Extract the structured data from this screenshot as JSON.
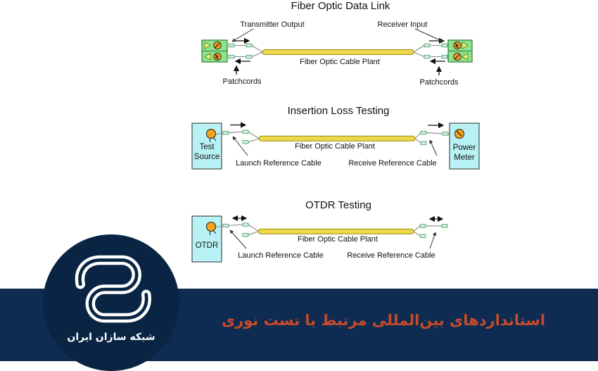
{
  "diagrams": {
    "data_link": {
      "title": "Fiber Optic Data Link",
      "transmitter_output": "Transmitter Output",
      "receiver_input": "Receiver Input",
      "patchcords_left": "Patchcords",
      "patchcords_right": "Patchcords",
      "cable_plant": "Fiber Optic Cable Plant"
    },
    "insertion_loss": {
      "title": "Insertion Loss Testing",
      "test_source_1": "Test",
      "test_source_2": "Source",
      "power_meter_1": "Power",
      "power_meter_2": "Meter",
      "launch_reference": "Launch Reference Cable",
      "receive_reference": "Receive Reference Cable",
      "cable_plant": "Fiber Optic Cable Plant"
    },
    "otdr": {
      "title": "OTDR Testing",
      "otdr_label": "OTDR",
      "launch_reference": "Launch Reference Cable",
      "receive_reference": "Receive Reference Cable",
      "cable_plant": "Fiber Optic Cable Plant"
    }
  },
  "footer": {
    "title": "استانداردهای بین‌المللی مرتبط با تست نوری",
    "logo_text": "شبکه سازان ایران"
  },
  "colors": {
    "transceiver_box_fill": "#8ee28e",
    "transceiver_box_border": "#2f7d32",
    "instrument_box_fill": "#b9f2f5",
    "instrument_box_border": "#2a2a2a",
    "cable_fill": "#ecd84a",
    "cable_border": "#9a8b10",
    "connector_fill": "#cdf0d8",
    "connector_border": "#4a9a6a",
    "led_orange": "#f2a21f",
    "triangle_fill": "#f5f07d",
    "footer_band": "#0e2c52",
    "logo_circle": "#0a2443",
    "footer_title_text": "#c84a28"
  }
}
